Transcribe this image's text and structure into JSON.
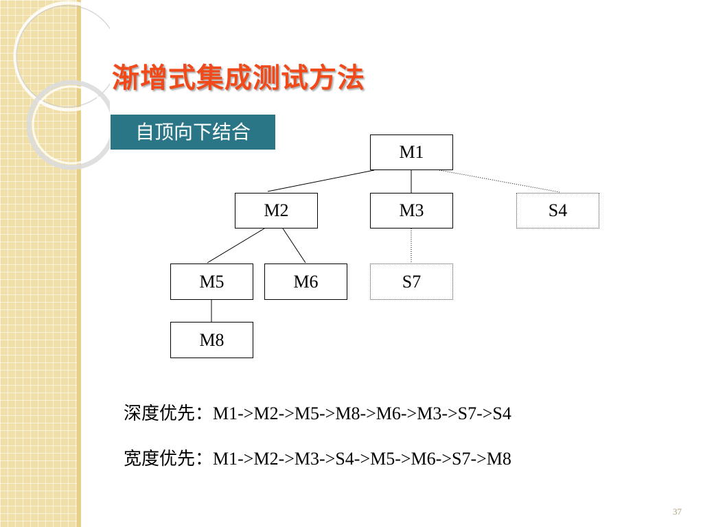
{
  "slide": {
    "title": "渐增式集成测试方法",
    "section_label": "自顶向下结合",
    "page_number": "37"
  },
  "diagram": {
    "nodes": {
      "M1": "M1",
      "M2": "M2",
      "M3": "M3",
      "S4": "S4",
      "M5": "M5",
      "M6": "M6",
      "S7": "S7",
      "M8": "M8"
    },
    "edges": [
      {
        "from": "M1",
        "to": "M2",
        "style": "solid"
      },
      {
        "from": "M1",
        "to": "M3",
        "style": "solid"
      },
      {
        "from": "M1",
        "to": "S4",
        "style": "dotted"
      },
      {
        "from": "M2",
        "to": "M5",
        "style": "solid"
      },
      {
        "from": "M2",
        "to": "M6",
        "style": "solid"
      },
      {
        "from": "M3",
        "to": "S7",
        "style": "dotted"
      },
      {
        "from": "M5",
        "to": "M8",
        "style": "solid"
      }
    ],
    "stub_nodes": [
      "S4",
      "S7"
    ]
  },
  "orders": {
    "dfs": {
      "label": "深度优先：",
      "sequence": "M1->M2->M5->M8->M6->M3->S7->S4"
    },
    "bfs": {
      "label": "宽度优先：",
      "sequence": "M1->M2->M3->S4->M5->M6->S7->M8"
    }
  },
  "colors": {
    "title": "#f04a1a",
    "section_label_bg": "#2a7687",
    "background_strip": "#f1dfa9"
  }
}
